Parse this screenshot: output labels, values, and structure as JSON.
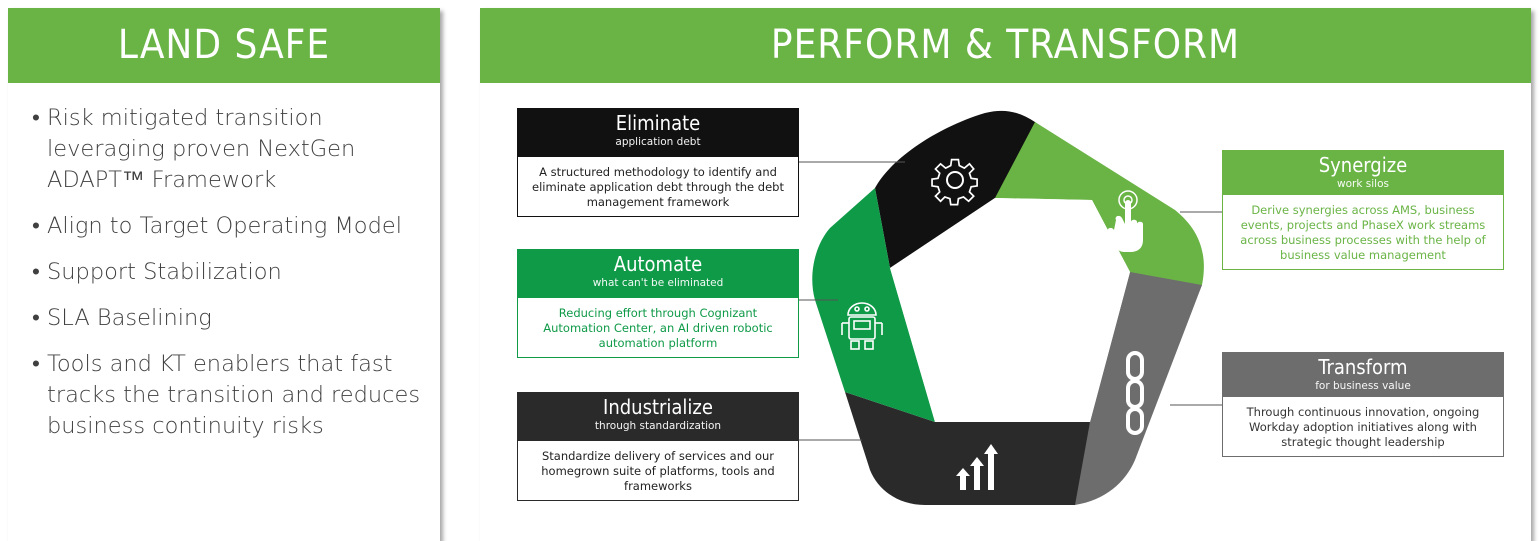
{
  "left_panel": {
    "title": "LAND SAFE",
    "bullets": [
      "Risk mitigated transition leveraging proven NextGen ADAPT™ Framework",
      "Align to Target Operating Model",
      "Support Stabilization",
      "SLA Baselining",
      "Tools and KT enablers that fast tracks the transition and reduces business continuity risks"
    ]
  },
  "right_panel": {
    "title": "PERFORM & TRANSFORM",
    "boxes": {
      "eliminate": {
        "title": "Eliminate",
        "subtitle": "application debt",
        "body": "A structured methodology to identify and eliminate application debt through the debt management framework"
      },
      "automate": {
        "title": "Automate",
        "subtitle": "what can't be eliminated",
        "body": "Reducing effort through Cognizant Automation Center, an AI driven robotic automation platform"
      },
      "industrialize": {
        "title": "Industrialize",
        "subtitle": "through standardization",
        "body": "Standardize delivery of services and our homegrown suite of platforms, tools and frameworks"
      },
      "synergize": {
        "title": "Synergize",
        "subtitle": "work silos",
        "body": "Derive synergies across AMS, business events, projects and PhaseX work streams across business processes with the help of business value management"
      },
      "transform": {
        "title": "Transform",
        "subtitle": "for business value",
        "body": "Through continuous innovation, ongoing Workday adoption initiatives along with strategic thought leadership"
      }
    },
    "segment_icons": [
      "gear-icon",
      "touch-hand-icon",
      "chain-link-icon",
      "rising-arrows-icon",
      "robot-icon"
    ]
  },
  "colors": {
    "banner_green": "#6ab446",
    "dark_green": "#0f9a48",
    "black": "#111111",
    "gray": "#6d6d6d",
    "dark": "#2a2a2a",
    "text_gray": "#404040"
  }
}
